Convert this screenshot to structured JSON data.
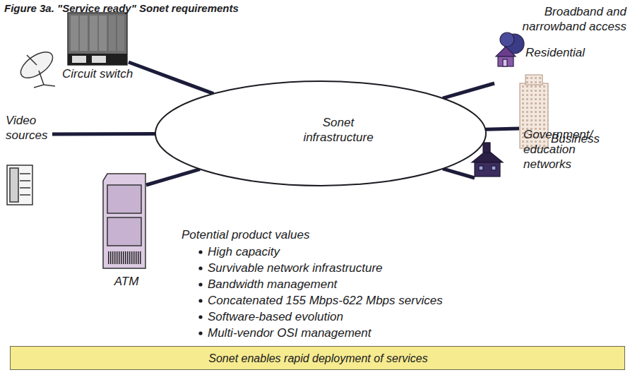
{
  "diagram": {
    "title": "Figure 3a. \"Service ready\" Sonet requirements",
    "nodes": [
      {
        "text": [
          "Circuit switch"
        ]
      },
      {
        "text": [
          "Video sources"
        ]
      },
      {
        "text": [
          "Sonet infrastructure"
        ]
      },
      {
        "text": [
          "ATM"
        ]
      },
      {
        "text": [
          "Residential"
        ]
      },
      {
        "text": [
          "Business"
        ]
      },
      {
        "text": [
          "Government/ education networks"
        ]
      },
      {
        "text": [
          "Sonet enables rapid deployment of services"
        ]
      }
    ],
    "edges": [
      {
        "from": 2,
        "to": 0,
        "arrow": "none"
      },
      {
        "from": 2,
        "to": 1,
        "arrow": "none"
      },
      {
        "from": 2,
        "to": 3,
        "arrow": "none"
      },
      {
        "from": 2,
        "to": 4,
        "arrow": "none"
      },
      {
        "from": 2,
        "to": 5,
        "arrow": "none"
      },
      {
        "from": 2,
        "to": 6,
        "arrow": "none"
      }
    ],
    "labels": [
      "Broadband and narrowband access",
      "Potential product values",
      "High capacity",
      "Survivable network infrastructure",
      "Bandwidth management",
      "Concatenated 155 Mbps-622 Mbps services",
      "Software-based evolution",
      "Multi-vendor OSI management"
    ]
  }
}
